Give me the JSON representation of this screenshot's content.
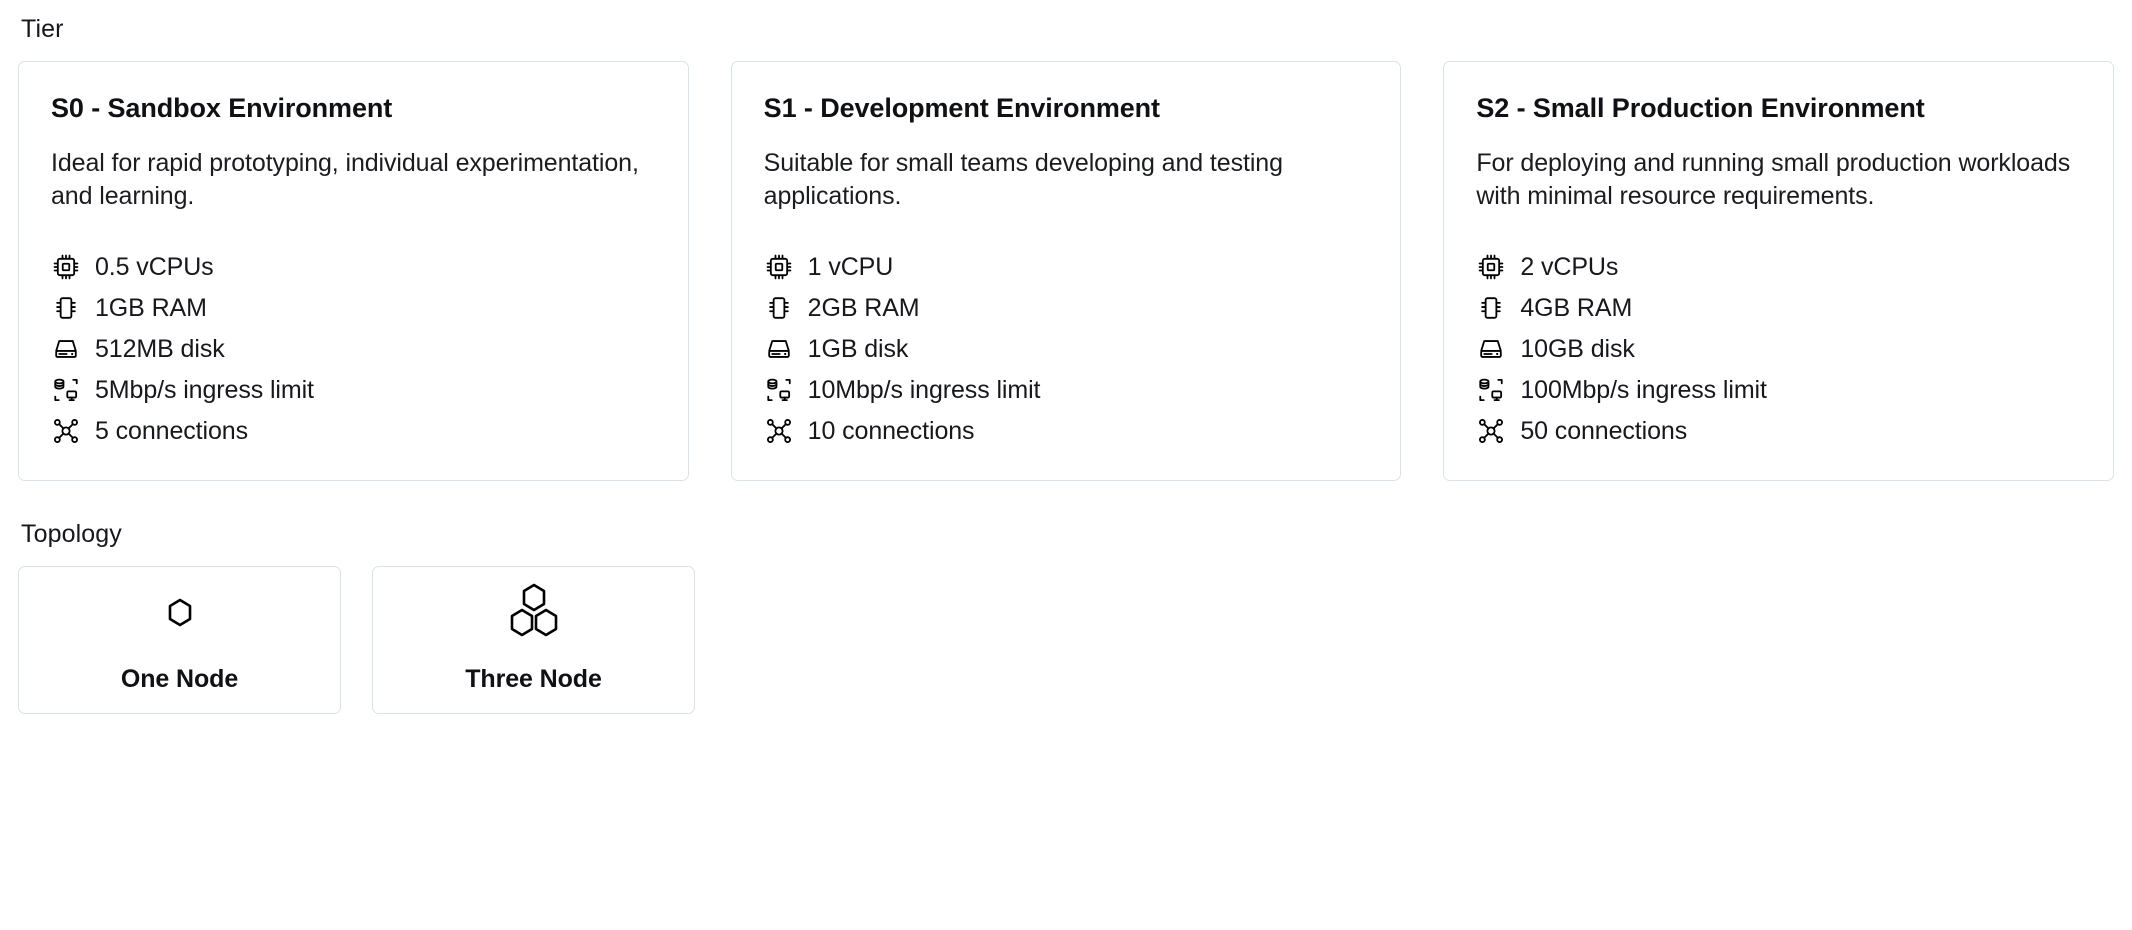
{
  "sections": {
    "tier": {
      "label": "Tier"
    },
    "topology": {
      "label": "Topology"
    }
  },
  "tiers": [
    {
      "id": "s0",
      "title": "S0 - Sandbox Environment",
      "description": "Ideal for rapid prototyping, individual experimentation, and learning.",
      "specs": [
        {
          "icon": "cpu-icon",
          "text": "0.5 vCPUs"
        },
        {
          "icon": "memory-icon",
          "text": "1GB RAM"
        },
        {
          "icon": "disk-icon",
          "text": "512MB disk"
        },
        {
          "icon": "ingress-icon",
          "text": "5Mbp/s ingress limit"
        },
        {
          "icon": "connections-icon",
          "text": "5 connections"
        }
      ]
    },
    {
      "id": "s1",
      "title": "S1 - Development Environment",
      "description": "Suitable for small teams developing and testing applications.",
      "specs": [
        {
          "icon": "cpu-icon",
          "text": "1 vCPU"
        },
        {
          "icon": "memory-icon",
          "text": "2GB RAM"
        },
        {
          "icon": "disk-icon",
          "text": "1GB disk"
        },
        {
          "icon": "ingress-icon",
          "text": "10Mbp/s ingress limit"
        },
        {
          "icon": "connections-icon",
          "text": "10 connections"
        }
      ]
    },
    {
      "id": "s2",
      "title": "S2 - Small Production Environment",
      "description": "For deploying and running small production workloads with minimal resource requirements.",
      "specs": [
        {
          "icon": "cpu-icon",
          "text": "2 vCPUs"
        },
        {
          "icon": "memory-icon",
          "text": "4GB RAM"
        },
        {
          "icon": "disk-icon",
          "text": "10GB disk"
        },
        {
          "icon": "ingress-icon",
          "text": "100Mbp/s ingress limit"
        },
        {
          "icon": "connections-icon",
          "text": "50 connections"
        }
      ]
    }
  ],
  "topologies": [
    {
      "id": "one-node",
      "label": "One Node",
      "icon": "single-hexagon-icon"
    },
    {
      "id": "three-node",
      "label": "Three Node",
      "icon": "triple-hexagon-icon"
    }
  ],
  "colors": {
    "card_border": "#dbe3e8",
    "text": "#16181d",
    "background": "#ffffff"
  }
}
